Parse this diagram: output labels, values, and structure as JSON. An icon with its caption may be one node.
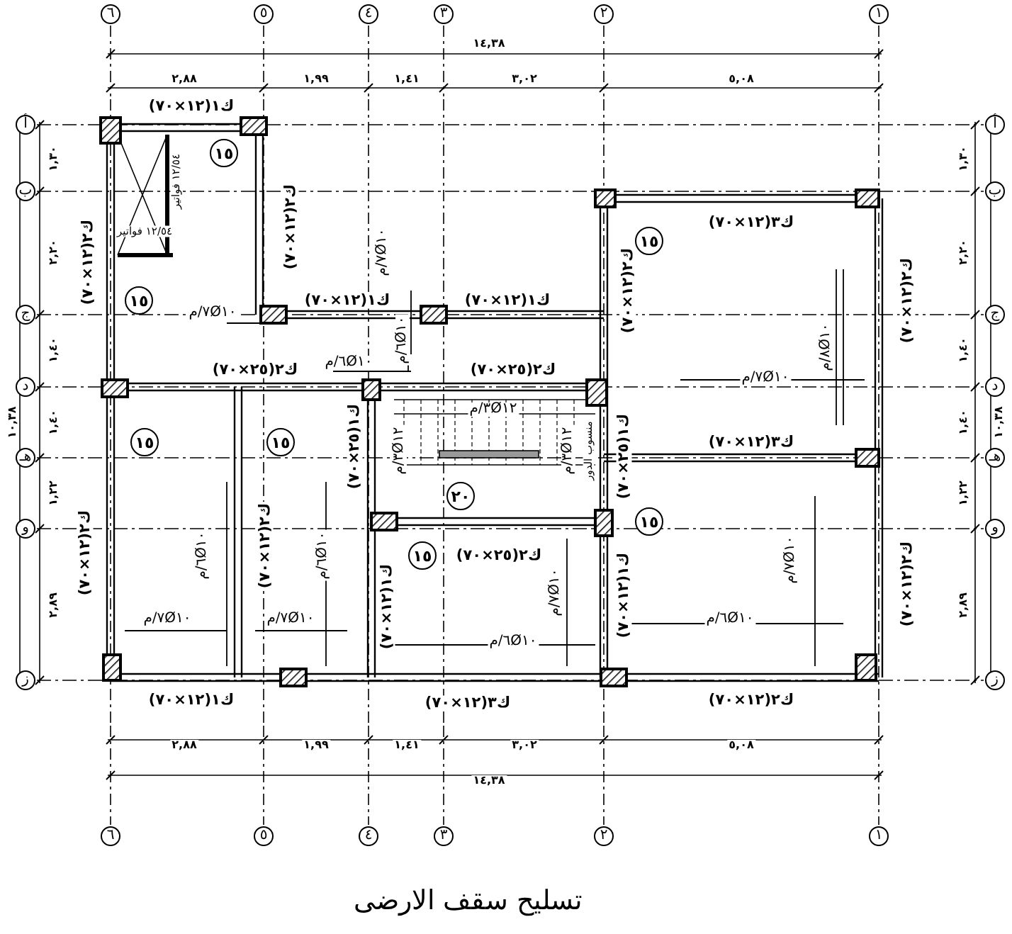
{
  "diagram": {
    "caption": "تسليح سقف الارضى",
    "labels": [
      "٦",
      "٥",
      "٤",
      "٣",
      "٢",
      "١",
      "١٤,٣٨",
      "٢,٨٨",
      "١,٩٩",
      "١,٤١",
      "٣,٠٢",
      "٥,٠٨",
      "ك١(١٢×٧٠)",
      "أ",
      "أ",
      "١,٣٠",
      "١,٣٠",
      "١٥",
      "١٢/٥٤ فواتير",
      "ب",
      "ب",
      "ك٣(١٢×٧٠)",
      "ك٢(١٢×٧٠)",
      "١٢/٥٤ فواتير",
      "١٥",
      "٢,٢٠",
      "٢,٢٠",
      "ك٢(١٢×٧٠)",
      "٧Ø١٠/م",
      "ج",
      "١٥",
      "٧Ø١٠/م",
      "ك١(١٢×٧٠)",
      "ك١(١٢×٧٠)",
      "ك٢(١٢×٧٠)",
      "ك٢(١٢×٧٠)",
      "ج",
      "١,٤٠",
      "٦Ø١٠/م",
      "٨Ø١٠/م",
      "١,٤٠",
      "ك٢(٢٥×٧٠)",
      "٦Ø١٠/م",
      "ك٢(٢٥×٧٠)",
      "٧Ø١٠/م",
      "د",
      "د",
      "٣Ø١٢/م",
      "١٠,٣٨",
      "١,٤٠",
      "١,٤٠",
      "١٠,٣٨",
      "هـ",
      "١٥",
      "١٥",
      "ك١(٢٥×٧٠)",
      "٣Ø١٢/م",
      "٣Ø١٢/م",
      "منسوب الدور",
      "ك١(٢٥×٧٠)",
      "ك٣(١٢×٧٠)",
      "هـ",
      "١,٢٢",
      "٢٠",
      "١,٢٢",
      "و",
      "١٥",
      "و",
      "ك٢(١٢×٧٠)",
      "٦Ø١٠/م",
      "ك٢(١٢×٧٠)",
      "٦Ø١٠/م",
      "١٥",
      "ك٢(٢٥×٧٠)",
      "٧Ø١٠/م",
      "٢,٨٩",
      "ك١(١٢×٧٠)",
      "٧Ø١٠/م",
      "ك١(١٢×٧٠)",
      "ك٢(١٢×٧٠)",
      "٢,٨٩",
      "٧Ø١٠/م",
      "٧Ø١٠/م",
      "٦Ø١٠/م",
      "٦Ø١٠/م",
      "ز",
      "ز",
      "ك١(١٢×٧٠)",
      "ك٣(١٢×٧٠)",
      "ك٢(١٢×٧٠)",
      "٢,٨٨",
      "١,٩٩",
      "١,٤١",
      "٣,٠٢",
      "٥,٠٨",
      "١٤,٣٨",
      "٦",
      "٥",
      "٤",
      "٣",
      "٢",
      "١"
    ]
  }
}
